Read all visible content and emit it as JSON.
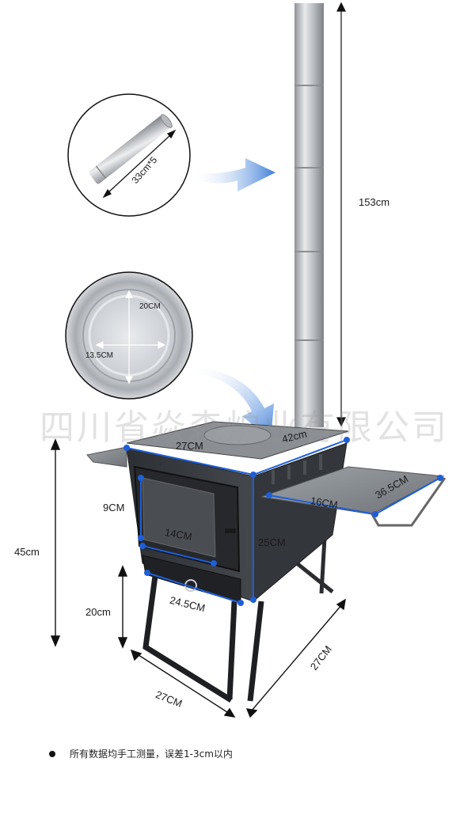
{
  "watermark": "四川省焱森炉业有限公司",
  "dimensions": {
    "pipe_segment": "33cm*5",
    "chimney_height": "153cm",
    "plate_diameter": "20CM",
    "plate_inner": "13.5CM",
    "top_width": "27CM",
    "top_depth": "42cm",
    "door_height": "9CM",
    "door_width": "14CM",
    "body_height": "25CM",
    "bottom_width": "24.5CM",
    "side_shelf_width": "16CM",
    "side_shelf_depth": "36.5CM",
    "total_height": "45cm",
    "leg_height": "20cm",
    "leg_width": "27CM",
    "leg_depth": "27CM"
  },
  "note": "所有数据均手工测量，误差1-3cm以内",
  "colors": {
    "dimension_line": "#1f5fd6",
    "stove_body": "#3a3d42",
    "chimney": "#c9ccd0"
  }
}
